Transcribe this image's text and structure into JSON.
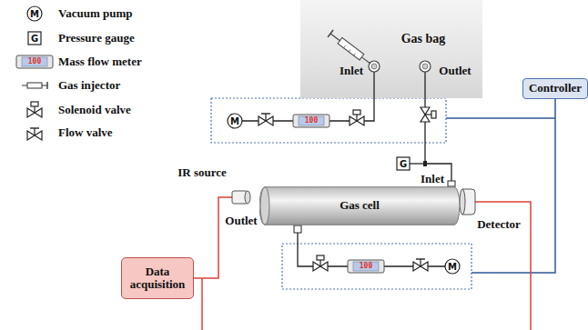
{
  "diagram": {
    "nodes": [
      {
        "text": [
          "Gas bag",
          "Inlet",
          "Outlet"
        ]
      },
      {
        "text": [
          "Controller"
        ]
      },
      {
        "text": [
          "Gas cell"
        ]
      },
      {
        "text": [
          "Data acquisition"
        ]
      }
    ],
    "edges": [
      {
        "from": 0,
        "to": 2,
        "arrow": "none"
      }
    ],
    "labels": [
      "M",
      "G",
      "100",
      "M",
      "100",
      "G",
      "Inlet",
      "IR source",
      "Outlet",
      "Detector",
      "100",
      "M"
    ],
    "legend": [
      {
        "text": "Vacuum pump"
      },
      {
        "text": "Pressure gauge"
      },
      {
        "text": "Mass flow meter"
      },
      {
        "text": "Gas injector"
      },
      {
        "text": "Solenoid valve"
      },
      {
        "text": "Flow valve"
      }
    ]
  }
}
